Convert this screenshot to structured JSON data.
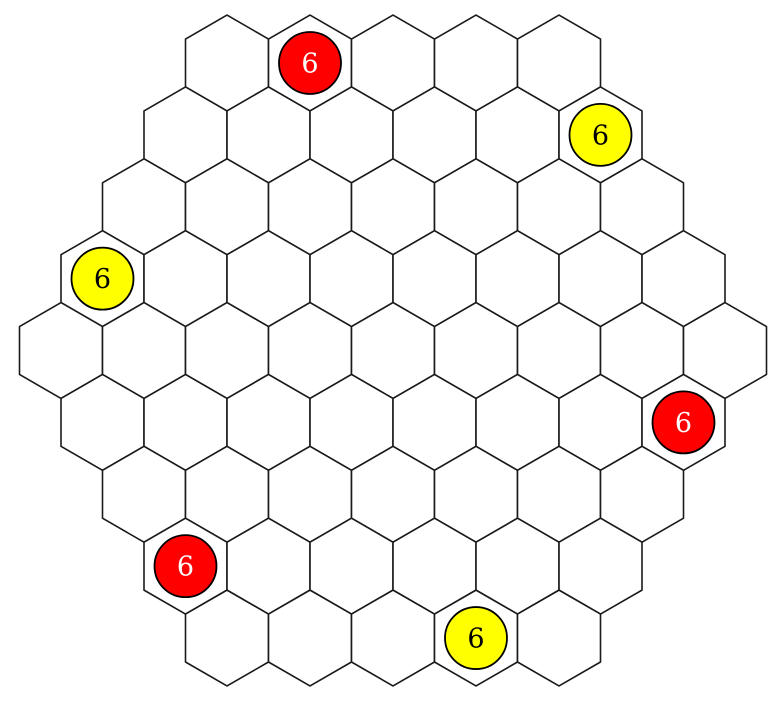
{
  "board": {
    "shape": "hexagon",
    "board_side": 5,
    "cell_orientation": "pointy-top",
    "cell_fill": "#ffffff",
    "cell_stroke": "#1a1a1a",
    "background": "#ffffff"
  },
  "pieces": [
    {
      "row": 0,
      "col": 1,
      "color": "red",
      "fill": "#ff0000",
      "label": "6",
      "label_color": "#ffffff"
    },
    {
      "row": 1,
      "col": 5,
      "color": "yellow",
      "fill": "#ffff00",
      "label": "6",
      "label_color": "#000000"
    },
    {
      "row": 3,
      "col": 0,
      "color": "yellow",
      "fill": "#ffff00",
      "label": "6",
      "label_color": "#000000"
    },
    {
      "row": 5,
      "col": 7,
      "color": "red",
      "fill": "#ff0000",
      "label": "6",
      "label_color": "#ffffff"
    },
    {
      "row": 7,
      "col": 0,
      "color": "red",
      "fill": "#ff0000",
      "label": "6",
      "label_color": "#ffffff"
    },
    {
      "row": 8,
      "col": 3,
      "color": "yellow",
      "fill": "#ffff00",
      "label": "6",
      "label_color": "#000000"
    }
  ]
}
